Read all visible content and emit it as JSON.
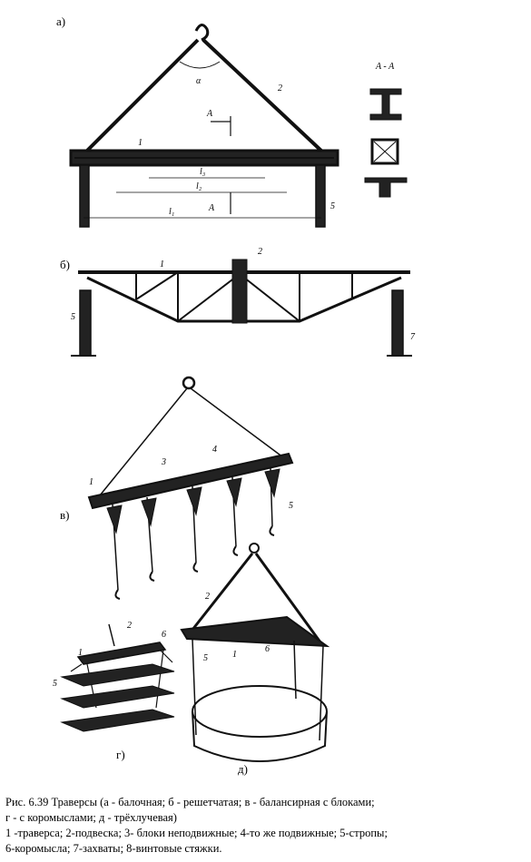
{
  "figure": {
    "panel_labels": {
      "a": "а)",
      "b": "б)",
      "v": "в)",
      "g": "г)",
      "d": "д)"
    },
    "part_numbers": [
      "1",
      "2",
      "3",
      "4",
      "5",
      "6",
      "7"
    ],
    "dimensions": {
      "angle": "α",
      "l1": "l₁",
      "l2": "l₂",
      "l3": "l₃",
      "section_mark": "A",
      "section_title": "A - A"
    }
  },
  "caption": {
    "line1": "Рис. 6.39  Траверсы (а - балочная; б - решетчатая; в - балансирная с блоками;",
    "line2": "г - с коромыслами; д - трёхлучевая)",
    "line3": "1 -траверса; 2-подвеска; 3- блоки неподвижные; 4-то же подвижные; 5-стропы;",
    "line4": "6-коромысла; 7-захваты; 8-винтовые стяжки."
  }
}
